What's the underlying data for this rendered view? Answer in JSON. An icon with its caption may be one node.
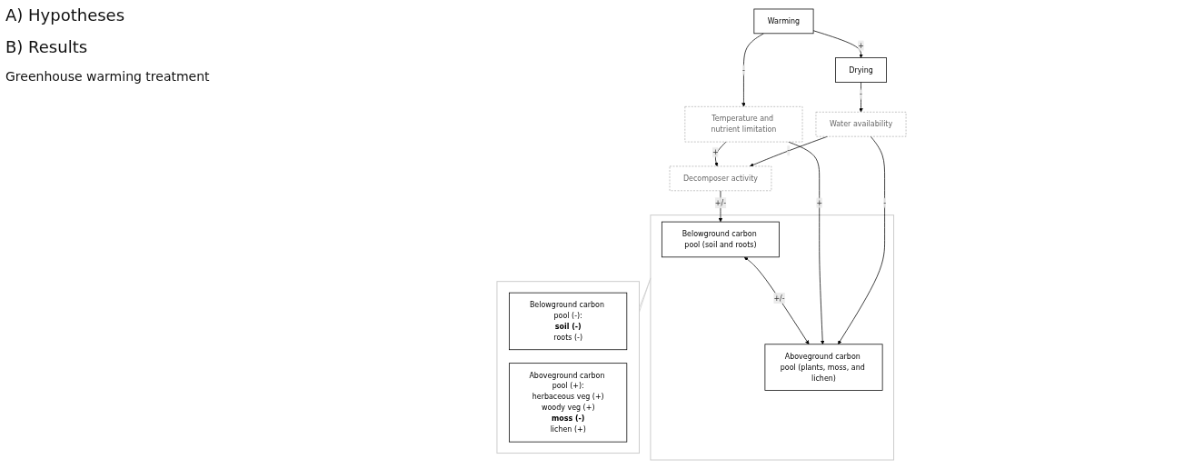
{
  "diagram": {
    "nodes": [
      {
        "text": [
          "Warming"
        ]
      },
      {
        "text": [
          "Drying"
        ]
      },
      {
        "text": [
          "Water availability"
        ]
      },
      {
        "text": [
          "Temperature and nutrient limitation"
        ]
      },
      {
        "text": [
          "Decomposer activity"
        ]
      },
      {
        "text": [],
        "shape": "box"
      },
      {
        "text": [
          "Belowground carbon pool (soil and roots)"
        ],
        "in": 5
      },
      {
        "text": [
          "Aboveground carbon pool (plants, moss, and lichen)"
        ],
        "in": 5
      },
      {
        "text": [],
        "shape": "box"
      },
      {
        "text": [
          "Belowground carbon pool (-):",
          "**soil (-)**",
          "roots (-)"
        ],
        "in": 8
      },
      {
        "text": [
          "Aboveground carbon pool (+):",
          "herbaceous veg (+)",
          "woody veg (+)",
          "**moss (-)**",
          "lichen (+)"
        ],
        "in": 8
      }
    ],
    "edges": [
      {
        "from": 0,
        "to": 1,
        "arrow": "to",
        "label": "+"
      },
      {
        "from": 0,
        "to": 3,
        "arrow": "to",
        "label": "-"
      },
      {
        "from": 1,
        "to": 2,
        "arrow": "to",
        "label": "-"
      },
      {
        "from": 2,
        "to": 4,
        "arrow": "to",
        "label": "-"
      },
      {
        "from": 2,
        "to": 7,
        "arrow": "to",
        "label": "-"
      },
      {
        "from": 3,
        "to": 4,
        "arrow": "to",
        "label": "+"
      },
      {
        "from": 3,
        "to": 7,
        "arrow": "to",
        "label": "+"
      },
      {
        "from": 4,
        "to": 6,
        "arrow": "to",
        "label": "+/-"
      },
      {
        "from": 6,
        "to": 7,
        "arrow": "both",
        "label": "+/-"
      },
      {
        "from": 5,
        "to": 8,
        "arrow": "none",
        "color": "#cccccc"
      },
      {
        "from": 5,
        "to": 8,
        "arrow": "none",
        "color": "#cccccc"
      }
    ],
    "labels": [
      "A) Hypotheses",
      "B) Results",
      "Greenhouse warming treatment"
    ]
  }
}
